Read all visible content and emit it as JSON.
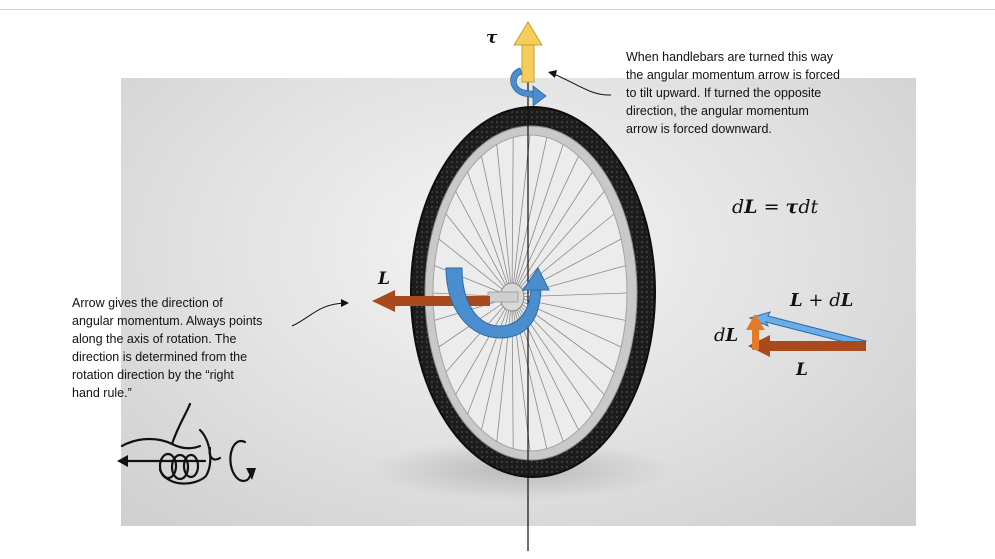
{
  "labels": {
    "tau": "τ",
    "L_axis": "L",
    "equation": {
      "d": "d",
      "L": "L",
      "eq": " = ",
      "tau": "τ",
      "dt": "dt"
    },
    "sum": {
      "L": "L",
      "plus": " + ",
      "d": "d",
      "L2": "L"
    },
    "dL": {
      "d": "d",
      "L": "L"
    },
    "L_bottom": "L"
  },
  "annotations": {
    "handlebars_note": [
      "When handlebars are turned this way",
      "the angular momentum arrow is forced",
      "to tilt upward. If turned the opposite",
      "direction, the angular momentum",
      "arrow is forced downward."
    ],
    "arrow_note": [
      "Arrow gives the direction of",
      "angular momentum. Always points",
      "along the axis of rotation. The",
      "direction is determined from the",
      "rotation direction by the “right",
      "hand rule.”"
    ]
  },
  "colors": {
    "torque_arrow": "#f5cd5a",
    "angular_momentum_arrow": "#a84a1c",
    "rotation_arrow": "#4a90d0",
    "tire": "#1a1a1a",
    "rim": "#b9b9b9"
  }
}
